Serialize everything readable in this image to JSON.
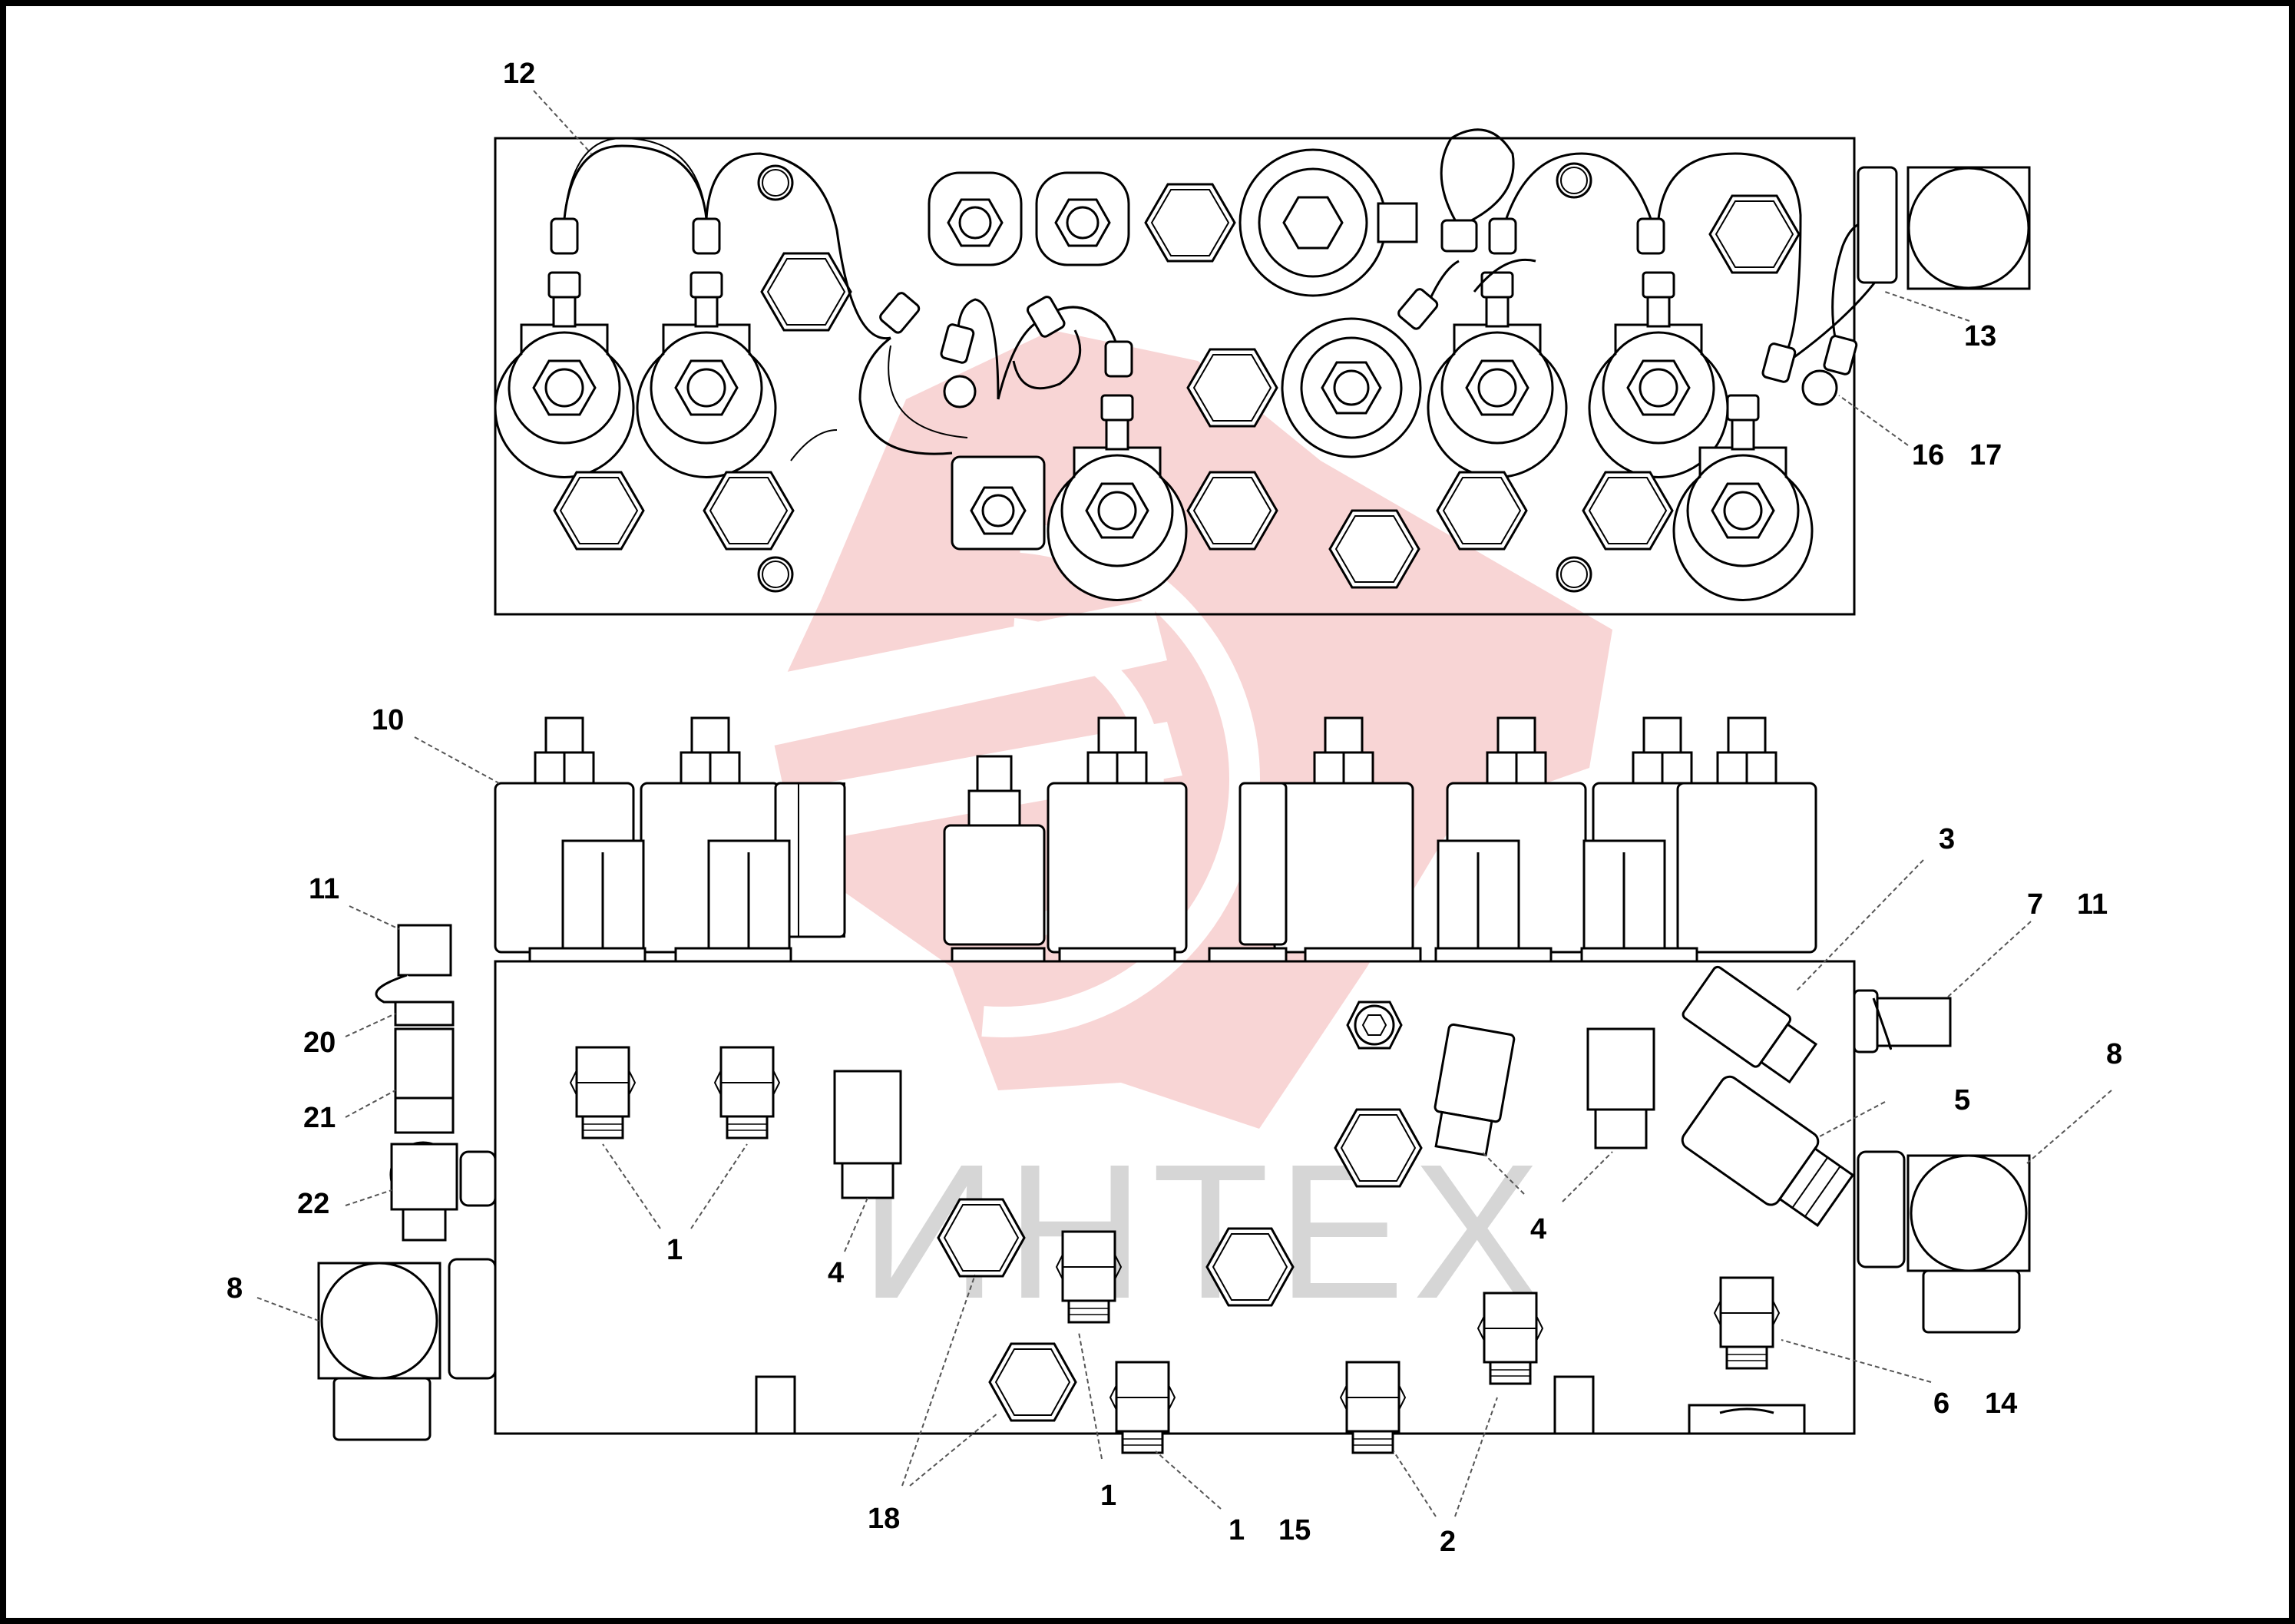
{
  "diagram": {
    "colors": {
      "line": "#000000",
      "watermark": "#f2a6a6",
      "watermark_text": "#d9d9d9",
      "background": "#ffffff"
    },
    "watermark_text": "ИНТЕХ",
    "callouts": {
      "c12": "12",
      "c13": "13",
      "c16": "16",
      "c17": "17",
      "c10": "10",
      "c11a": "11",
      "c20": "20",
      "c21": "21",
      "c22": "22",
      "c8a": "8",
      "c1a": "1",
      "c4a": "4",
      "c3": "3",
      "c7": "7",
      "c11b": "11",
      "c8b": "8",
      "c5": "5",
      "c4b": "4",
      "c6": "6",
      "c14": "14",
      "c18": "18",
      "c1b": "1",
      "c1c": "1",
      "c15": "15",
      "c2": "2"
    }
  }
}
